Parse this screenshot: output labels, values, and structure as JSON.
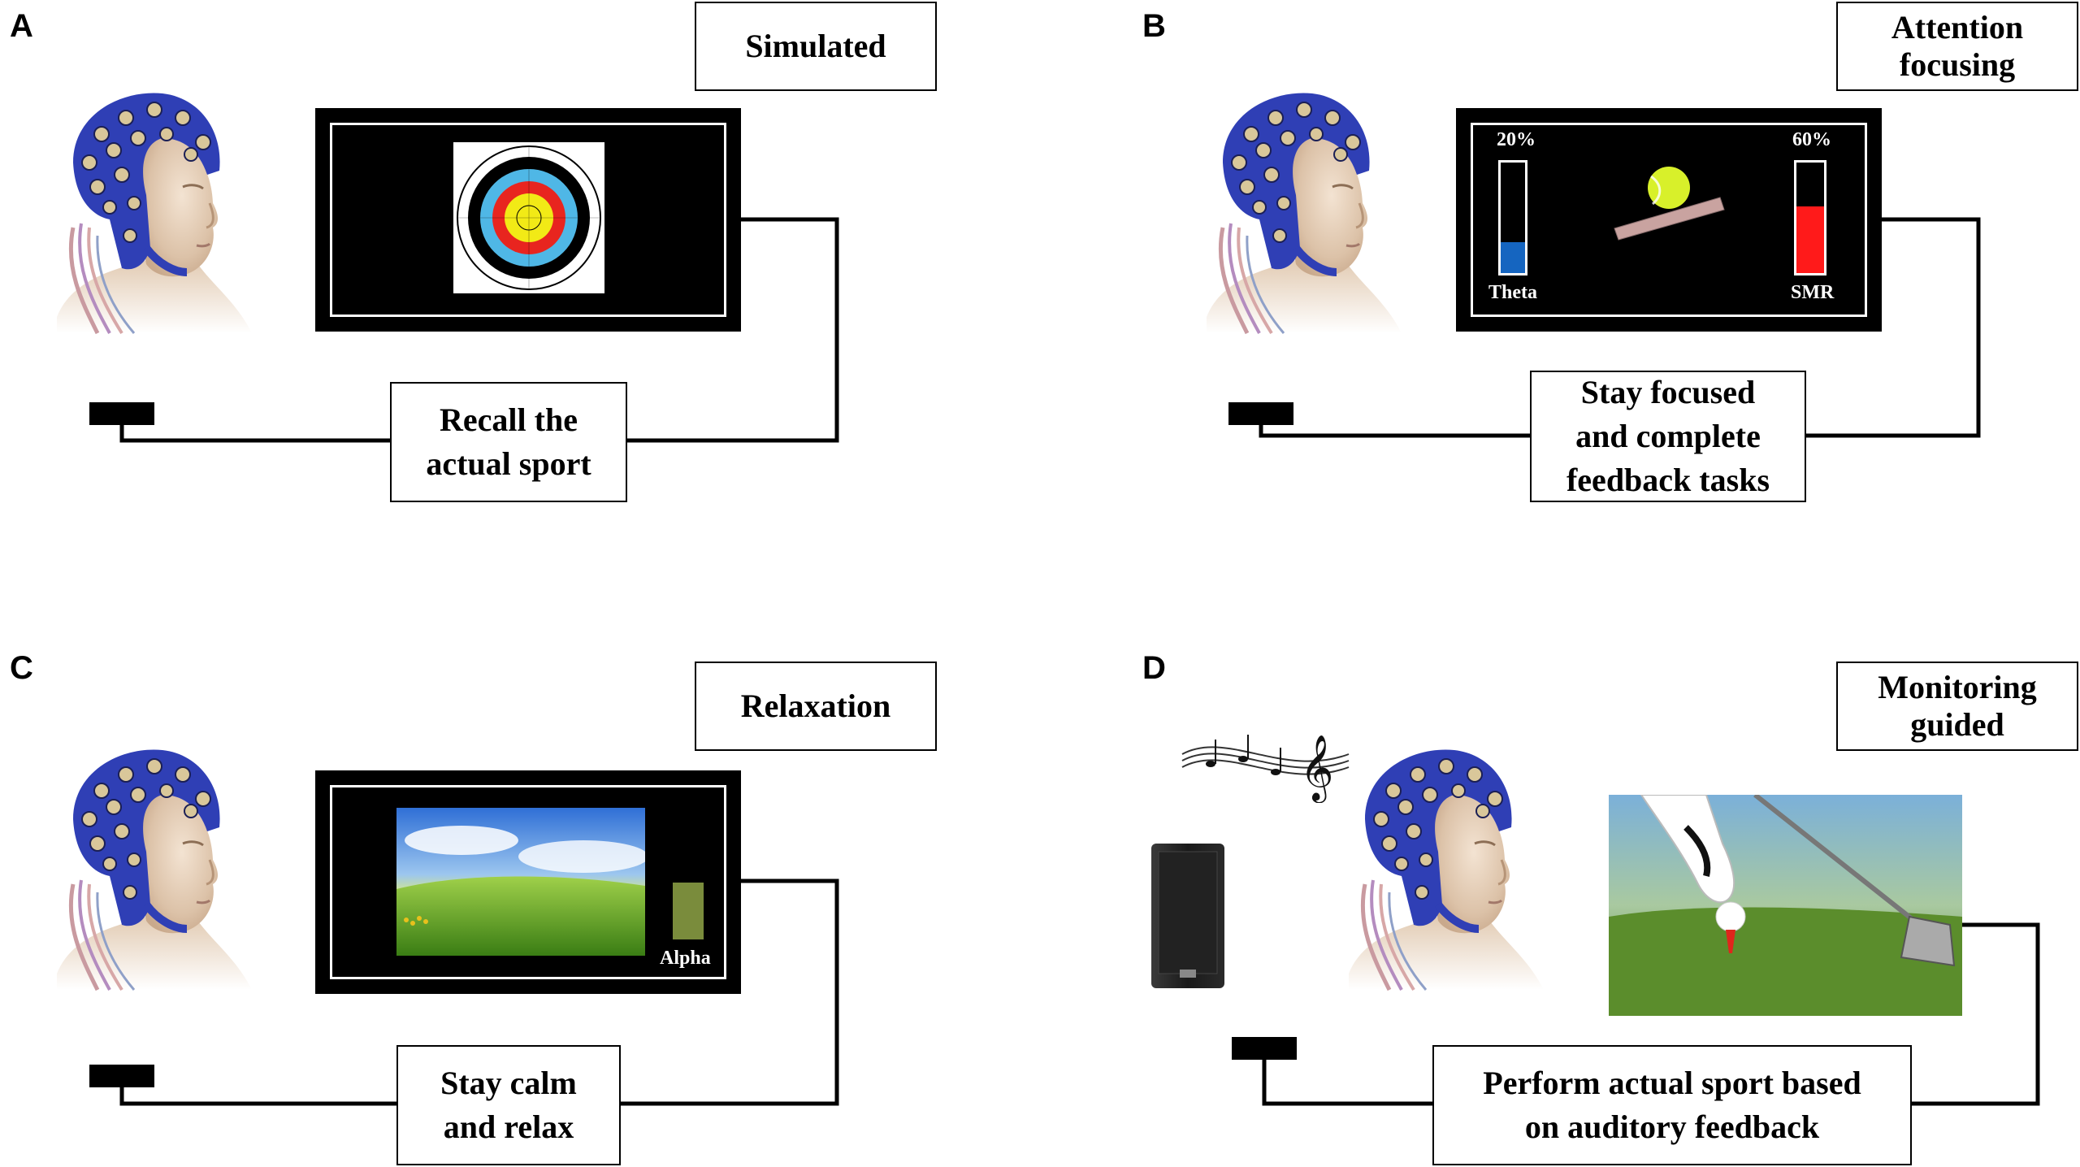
{
  "panels": {
    "a": {
      "letter": "A",
      "mode": "Simulated",
      "task_line1": "Recall the",
      "task_line2": "actual sport"
    },
    "b": {
      "letter": "B",
      "mode_line1": "Attention",
      "mode_line2": "focusing",
      "theta_pct": "20%",
      "theta_label": "Theta",
      "theta_level": 0.28,
      "smr_pct": "60%",
      "smr_label": "SMR",
      "smr_level": 0.6,
      "task_line1": "Stay focused",
      "task_line2": "and complete",
      "task_line3": "feedback tasks"
    },
    "c": {
      "letter": "C",
      "mode": "Relaxation",
      "alpha_label": "Alpha",
      "task_line1": "Stay calm",
      "task_line2": "and relax"
    },
    "d": {
      "letter": "D",
      "mode_line1": "Monitoring",
      "mode_line2": "guided",
      "task_line1": "Perform actual sport based",
      "task_line2": "on auditory feedback"
    }
  },
  "colors": {
    "cap_blue": "#2f3fb5",
    "theta_blue": "#1565c0",
    "smr_red": "#ff1a1a",
    "alpha_green": "#7a8c3c",
    "ball_yellow": "#d8f02a"
  }
}
